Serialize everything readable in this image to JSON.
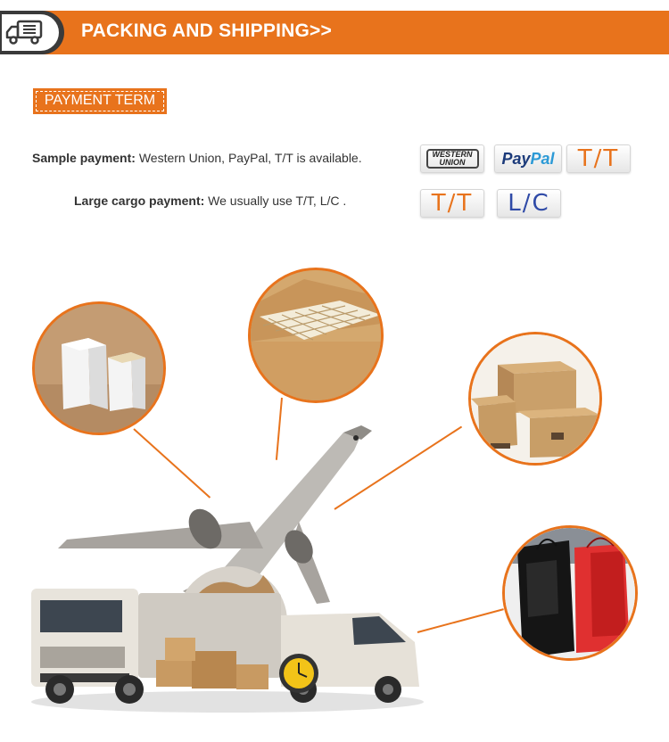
{
  "header": {
    "title": "PACKING AND SHIPPING>>",
    "icon": "truck-icon"
  },
  "payment": {
    "tag": "PAYMENT TERM",
    "sample_label": "Sample payment:",
    "sample_text": " Western Union, PayPal, T/T is available.",
    "large_label": "Large cargo payment:",
    "large_text": " We usually use T/T, L/C .",
    "badges": {
      "wu_line1": "WESTERN",
      "wu_line2": "UNION",
      "paypal_a": "Pay",
      "paypal_b": "Pal",
      "tt": "T/T",
      "lc": "L/C"
    }
  },
  "colors": {
    "accent": "#e8731c",
    "dark": "#3a3a3a"
  }
}
